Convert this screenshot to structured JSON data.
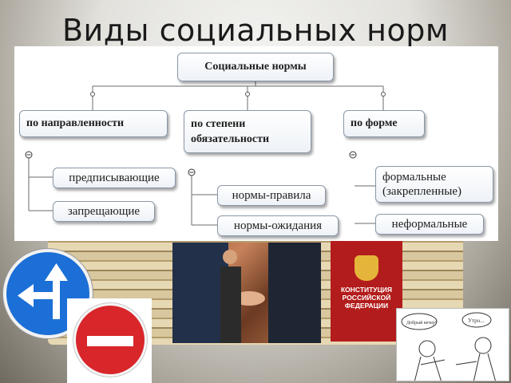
{
  "slide": {
    "title": "Виды социальных норм"
  },
  "diagram": {
    "root": "Социальные нормы",
    "categories": [
      {
        "label": "по направленности",
        "items": [
          "предписывающие",
          "запрещающие"
        ]
      },
      {
        "label": "по степени обязательности",
        "items": [
          "нормы-правила",
          "нормы-ожидания"
        ]
      },
      {
        "label": "по форме",
        "items": [
          "формальные (закрепленные)",
          "неформальные"
        ]
      }
    ]
  },
  "images": {
    "constitution_cover_text": "КОНСТИТУЦИЯ РОССИЙСКОЙ ФЕДЕРАЦИИ",
    "cartoon_bubbles": [
      "Добрый вечер!",
      "Утро..."
    ]
  },
  "colors": {
    "sign_blue": "#1b6fd6",
    "sign_red": "#d8262b",
    "constitution_red": "#b31c1c"
  }
}
